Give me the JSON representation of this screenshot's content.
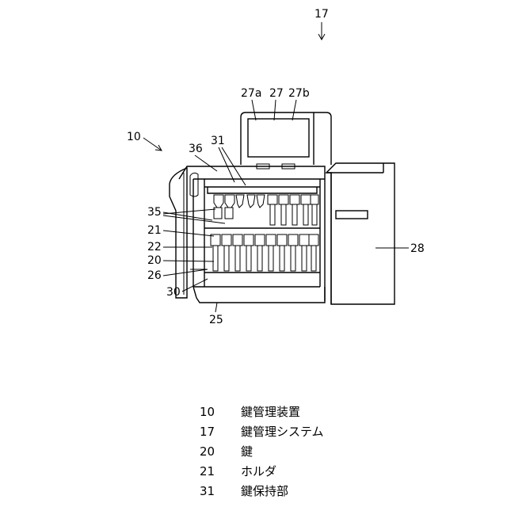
{
  "labels": {
    "system": "17",
    "device": "10",
    "display_left": "27a",
    "display": "27",
    "display_right": "27b",
    "top_cover": "36",
    "key_holding_part": "31",
    "hook": "35",
    "holder": "21",
    "slot": "22",
    "key": "20",
    "rail": "26",
    "frame": "30",
    "base": "25",
    "side_unit": "28"
  },
  "legend": [
    {
      "number": "10",
      "name": "鍵管理装置"
    },
    {
      "number": "17",
      "name": "鍵管理システム"
    },
    {
      "number": "20",
      "name": "鍵"
    },
    {
      "number": "21",
      "name": "ホルダ"
    },
    {
      "number": "31",
      "name": "鍵保持部"
    }
  ]
}
